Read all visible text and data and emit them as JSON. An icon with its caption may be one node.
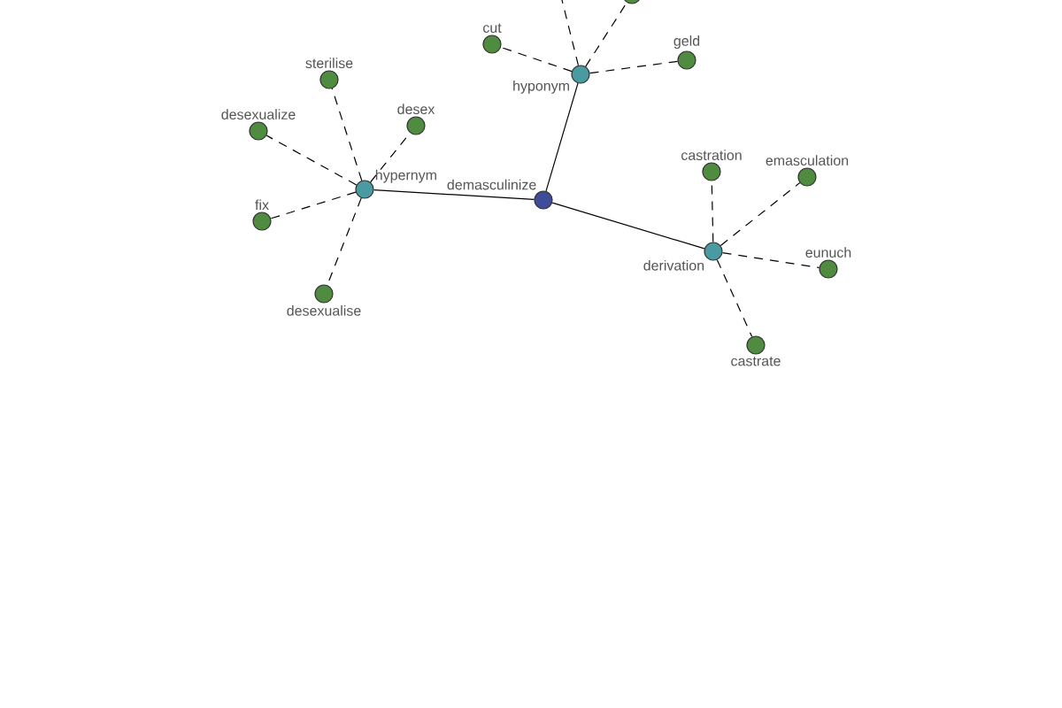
{
  "diagram": {
    "nodes": [
      {
        "text": [
          "demasculinize"
        ]
      },
      {
        "text": [
          "hypernym"
        ]
      },
      {
        "text": [
          "sterilise"
        ]
      },
      {
        "text": [
          "desexualize"
        ]
      },
      {
        "text": [
          "desex"
        ]
      },
      {
        "text": [
          "fix"
        ]
      },
      {
        "text": [
          "desexualise"
        ]
      },
      {
        "text": [
          "hyponym"
        ]
      },
      {
        "text": [
          "cut"
        ]
      },
      {
        "text": [
          "geld"
        ]
      },
      {
        "text": [],
        "shape": "circle"
      },
      {
        "text": [
          "derivation"
        ]
      },
      {
        "text": [
          "castration"
        ]
      },
      {
        "text": [
          "emasculation"
        ]
      },
      {
        "text": [
          "eunuch"
        ]
      },
      {
        "text": [
          "castrate"
        ]
      }
    ],
    "edges": [
      {
        "from": 0,
        "to": 1,
        "arrow": "none"
      },
      {
        "from": 0,
        "to": 7,
        "arrow": "none"
      },
      {
        "from": 0,
        "to": 11,
        "arrow": "none"
      },
      {
        "from": 1,
        "to": 2,
        "arrow": "none",
        "style": "dashed"
      },
      {
        "from": 1,
        "to": 3,
        "arrow": "none",
        "style": "dashed"
      },
      {
        "from": 1,
        "to": 4,
        "arrow": "none",
        "style": "dashed"
      },
      {
        "from": 1,
        "to": 5,
        "arrow": "none",
        "style": "dashed"
      },
      {
        "from": 1,
        "to": 6,
        "arrow": "none",
        "style": "dashed"
      },
      {
        "from": 7,
        "to": 8,
        "arrow": "none",
        "style": "dashed"
      },
      {
        "from": 7,
        "to": 9,
        "arrow": "none",
        "style": "dashed"
      },
      {
        "from": 7,
        "to": 10,
        "arrow": "none",
        "style": "dashed"
      },
      {
        "from": 7,
        "to": null,
        "arrow": "none",
        "style": "dashed"
      },
      {
        "from": 11,
        "to": 12,
        "arrow": "none",
        "style": "dashed"
      },
      {
        "from": 11,
        "to": 13,
        "arrow": "none",
        "style": "dashed"
      },
      {
        "from": 11,
        "to": 14,
        "arrow": "none",
        "style": "dashed"
      },
      {
        "from": 11,
        "to": 15,
        "arrow": "none",
        "style": "dashed"
      }
    ]
  }
}
